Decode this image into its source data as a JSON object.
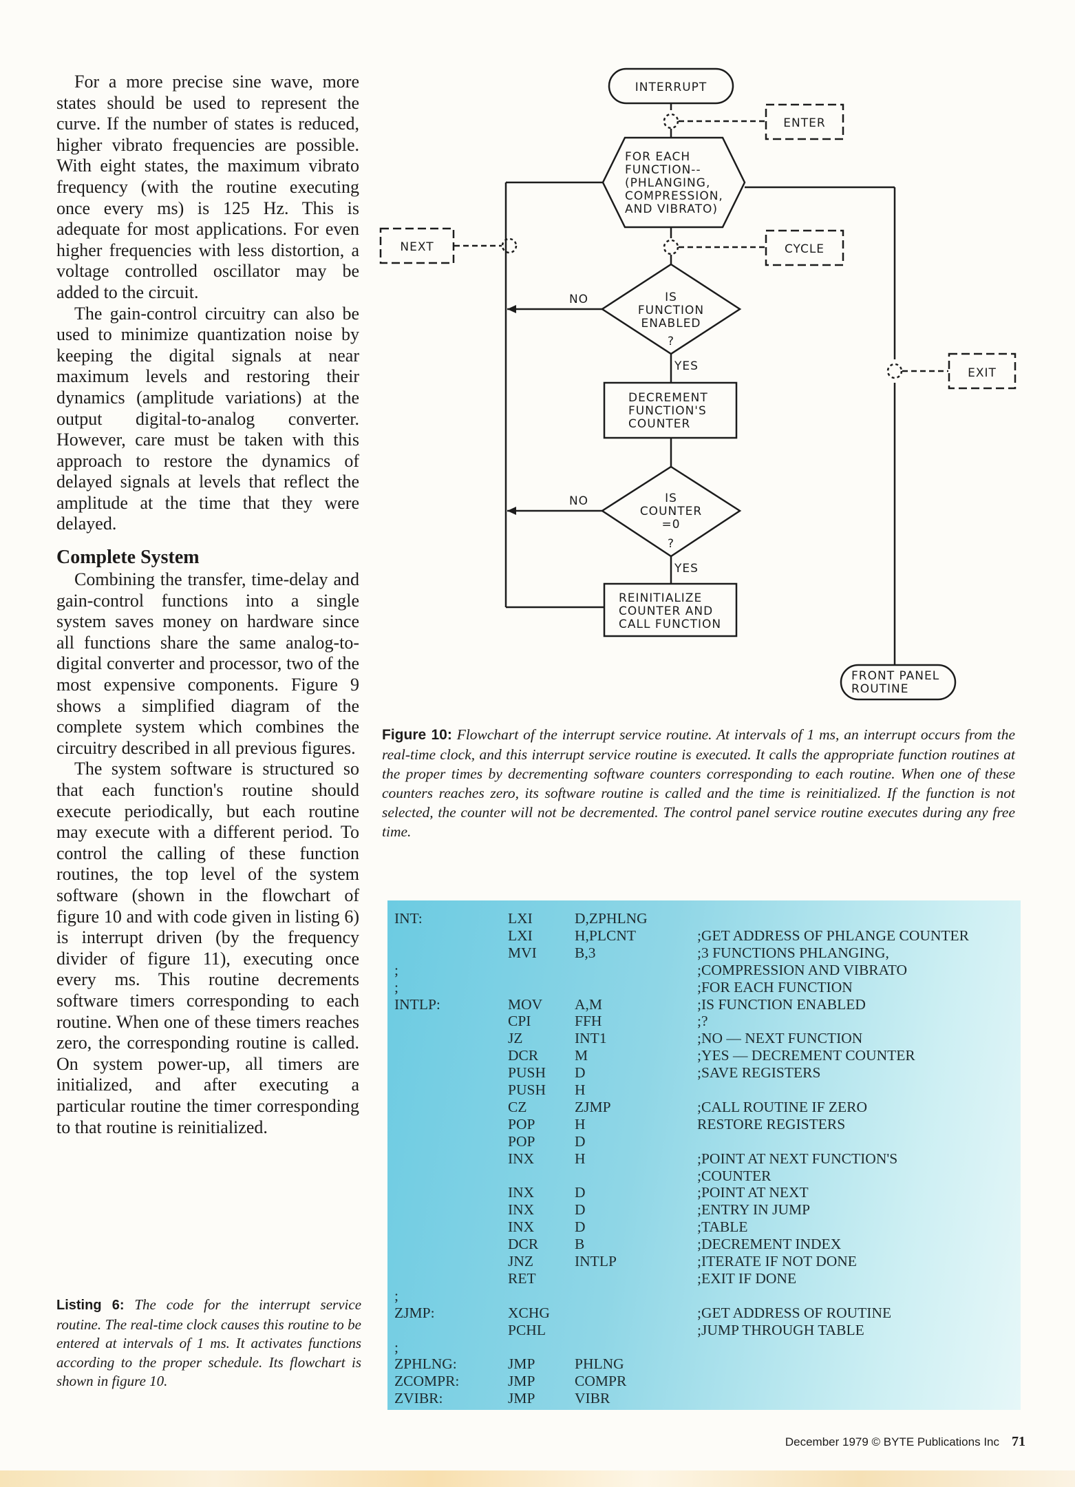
{
  "left_column": {
    "p1": "For a more precise sine wave, more states should be used to represent the curve. If the number of states is reduced, higher vibrato frequencies are possible. With eight states, the maximum vibrato frequency (with the routine executing once every ms) is 125 Hz. This is adequate for most applications. For even higher frequencies with less distortion, a voltage controlled oscillator may be added to the circuit.",
    "p2": "The gain-control circuitry can also be used to minimize quantization noise by keeping the digital signals at near maximum levels and restoring their dynamics (amplitude variations) at the output digital-to-analog converter. However, care must be taken with this approach to restore the dynamics of delayed signals at levels that reflect the amplitude at the time that they were delayed.",
    "heading": "Complete System",
    "p3": "Combining the transfer, time-delay and gain-control functions into a single system saves money on hardware since all functions share the same analog-to-digital converter and processor, two of the most expensive components. Figure 9 shows a simplified diagram of the complete system which combines the circuitry described in all previous figures.",
    "p4": "The system software is structured so that each function's routine should execute periodically, but each routine may execute with a different period. To control the calling of these function routines, the top level of the system software (shown in the flowchart of figure 10 and with code given in listing 6) is interrupt driven (by the frequency divider of figure 11), executing once every ms. This routine decrements software timers corresponding to each routine. When one of these timers reaches zero, the corresponding routine is called. On system power-up, all timers are initialized, and after executing a particular routine the timer corresponding to that routine is reinitialized."
  },
  "listing_caption": {
    "label": "Listing 6:",
    "text": "The code for the interrupt service routine. The real-time clock causes this routine to be entered at intervals of 1 ms. It activates functions according to the proper schedule. Its flowchart is shown in figure 10."
  },
  "figure_caption": {
    "label": "Figure 10:",
    "text": "Flowchart of the interrupt service routine. At intervals of 1 ms, an interrupt occurs from the real-time clock, and this interrupt service routine is executed. It calls the appropriate function routines at the proper times by decrementing software counters corresponding to each routine. When one of these counters reaches zero, its software routine is called and the time is reinitialized. If the function is not selected, the counter will not be decremented. The control panel service routine executes during any free time."
  },
  "flowchart": {
    "interrupt": "INTERRUPT",
    "enter": "ENTER",
    "for_each": [
      "FOR EACH",
      "FUNCTION--",
      "(PHLANGING,",
      "COMPRESSION,",
      "AND VIBRATO)"
    ],
    "next": "NEXT",
    "cycle": "CYCLE",
    "is_enabled": [
      "IS",
      "FUNCTION",
      "ENABLED",
      "?"
    ],
    "no1": "NO",
    "yes1": "YES",
    "decrement": [
      "DECREMENT",
      "FUNCTION'S",
      "COUNTER"
    ],
    "exit": "EXIT",
    "is_zero": [
      "IS",
      "COUNTER",
      "=0",
      "?"
    ],
    "no2": "NO",
    "yes2": "YES",
    "reinit": [
      "REINITIALIZE",
      "COUNTER AND",
      "CALL FUNCTION"
    ],
    "front_panel": [
      "FRONT PANEL",
      "ROUTINE"
    ]
  },
  "code": [
    {
      "label": "INT:",
      "op": "LXI",
      "arg": "D,ZPHLNG",
      "cmt": ""
    },
    {
      "label": "",
      "op": "LXI",
      "arg": "H,PLCNT",
      "cmt": ";GET ADDRESS OF PHLANGE COUNTER"
    },
    {
      "label": "",
      "op": "MVI",
      "arg": "B,3",
      "cmt": ";3 FUNCTIONS PHLANGING,"
    },
    {
      "label": ";",
      "op": "",
      "arg": "",
      "cmt": ";COMPRESSION AND VIBRATO"
    },
    {
      "label": ";",
      "op": "",
      "arg": "",
      "cmt": ";FOR EACH FUNCTION"
    },
    {
      "label": "INTLP:",
      "op": "MOV",
      "arg": "A,M",
      "cmt": ";IS FUNCTION ENABLED"
    },
    {
      "label": "",
      "op": "CPI",
      "arg": "FFH",
      "cmt": ";?"
    },
    {
      "label": "",
      "op": "JZ",
      "arg": "INT1",
      "cmt": ";NO — NEXT FUNCTION"
    },
    {
      "label": "",
      "op": "DCR",
      "arg": "M",
      "cmt": ";YES — DECREMENT COUNTER"
    },
    {
      "label": "",
      "op": "PUSH",
      "arg": "D",
      "cmt": ";SAVE REGISTERS"
    },
    {
      "label": "",
      "op": "PUSH",
      "arg": "H",
      "cmt": ""
    },
    {
      "label": "",
      "op": "CZ",
      "arg": "ZJMP",
      "cmt": ";CALL ROUTINE IF ZERO"
    },
    {
      "label": "",
      "op": "POP",
      "arg": "H",
      "cmt": "RESTORE REGISTERS"
    },
    {
      "label": "",
      "op": "POP",
      "arg": "D",
      "cmt": ""
    },
    {
      "label": "",
      "op": "INX",
      "arg": "H",
      "cmt": ";POINT AT NEXT FUNCTION'S"
    },
    {
      "label": "",
      "op": "",
      "arg": "",
      "cmt": ";COUNTER"
    },
    {
      "label": "",
      "op": "INX",
      "arg": "D",
      "cmt": ";POINT AT NEXT"
    },
    {
      "label": "",
      "op": "INX",
      "arg": "D",
      "cmt": ";ENTRY IN JUMP"
    },
    {
      "label": "",
      "op": "INX",
      "arg": "D",
      "cmt": ";TABLE"
    },
    {
      "label": "",
      "op": "DCR",
      "arg": "B",
      "cmt": ";DECREMENT INDEX"
    },
    {
      "label": "",
      "op": "JNZ",
      "arg": "INTLP",
      "cmt": ";ITERATE IF NOT DONE"
    },
    {
      "label": "",
      "op": "RET",
      "arg": "",
      "cmt": ";EXIT IF DONE"
    },
    {
      "label": ";",
      "op": "",
      "arg": "",
      "cmt": ""
    },
    {
      "label": "ZJMP:",
      "op": "XCHG",
      "arg": "",
      "cmt": ";GET ADDRESS OF ROUTINE"
    },
    {
      "label": "",
      "op": "PCHL",
      "arg": "",
      "cmt": ";JUMP THROUGH TABLE"
    },
    {
      "label": ";",
      "op": "",
      "arg": "",
      "cmt": ""
    },
    {
      "label": "ZPHLNG:",
      "op": "JMP",
      "arg": "PHLNG",
      "cmt": ""
    },
    {
      "label": "ZCOMPR:",
      "op": "JMP",
      "arg": "COMPR",
      "cmt": ""
    },
    {
      "label": "ZVIBR:",
      "op": "JMP",
      "arg": "VIBR",
      "cmt": ""
    }
  ],
  "footer": {
    "credit": "December 1979 © BYTE Publications Inc",
    "page": "71"
  }
}
